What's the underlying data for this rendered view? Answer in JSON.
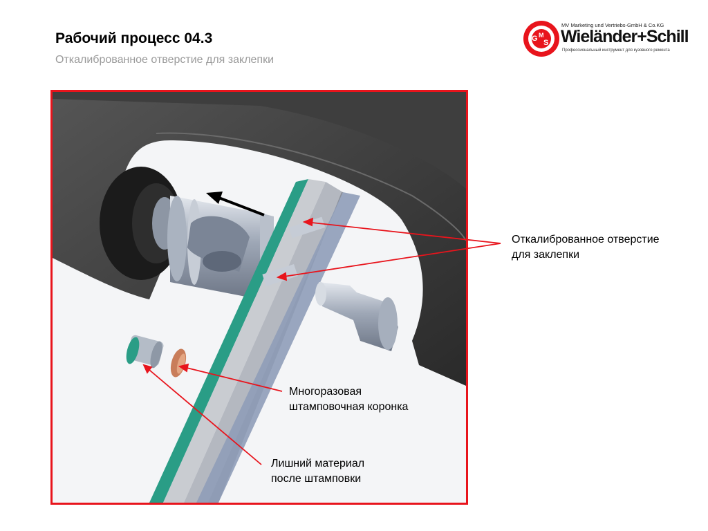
{
  "header": {
    "title": "Рабочий процесс 04.3",
    "subtitle": "Откалиброванное отверстие для заклепки"
  },
  "logo": {
    "company": "MV Marketing und Vertriebs-GmbH & Co.KG",
    "brand": "Wieländer+Schill",
    "tagline": "Профессиональный инструмент для кузовного ремонта",
    "mark": "GMS",
    "color": "#e8141c"
  },
  "callouts": {
    "calibrated_hole": [
      "Откалиброванное отверстие",
      "для заклепки"
    ],
    "punch_crown": [
      "Многоразовая",
      "штамповочная коронка"
    ],
    "excess_material": [
      "Лишний материал",
      "после штамповки"
    ]
  },
  "colors": {
    "frame": "#e8141c",
    "leader": "#e8141c"
  }
}
